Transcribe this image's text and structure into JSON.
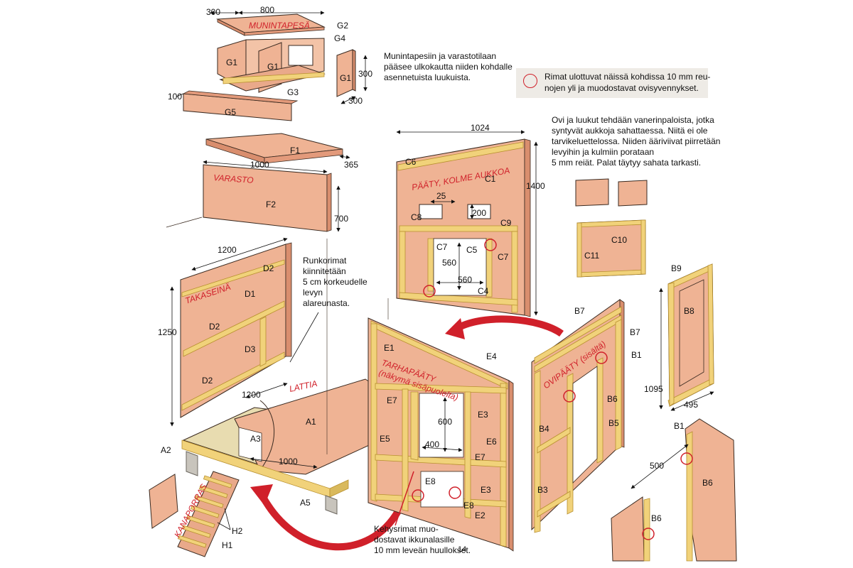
{
  "notes": {
    "access": [
      "Munintapesiin ja varastotilaan",
      "pääsee ulkokautta niiden kohdalle",
      "asennetuista luukuista."
    ],
    "legend": [
      "Rimat ulottuvat näissä kohdissa 10 mm reu-",
      "nojen yli ja muodostavat ovisyvennykset."
    ],
    "doors": [
      "Ovi ja luukut tehdään vanerinpaloista, jotka",
      "syntyvät aukkoja sahattaessa. Niitä ei ole",
      "tarvikeluettelossa. Niiden ääriviivat piirretään",
      "levyihin ja kulmiin porataan",
      "5 mm reiät. Palat täytyy sahata tarkasti."
    ],
    "frame": [
      "Runkorimat",
      "kiinnitetään",
      "5 cm korkeudelle",
      "levyn",
      "alareunasta."
    ],
    "window": [
      "Kehysrimat muo-",
      "dostavat ikkunalasille",
      "10 mm leveän huullokset."
    ]
  },
  "titles": {
    "munintapesa": "MUNINTAPESÄ",
    "varasto": "VARASTO",
    "takaseina": "TAKASEINÄ",
    "lattia": "LATTIA",
    "kanaporras": "KANAPORRAS",
    "paaty": "PÄÄTY, KOLME AUKKOA",
    "tarhapaaty": "TARHAPÄÄTY",
    "tarhapaaty_sub": "(näkymä sisäpuolelta)",
    "ovipaaty": "OVIPÄÄTY (sisältä)"
  },
  "parts": {
    "G1": "G1",
    "G2": "G2",
    "G3": "G3",
    "G4": "G4",
    "G5": "G5",
    "F1": "F1",
    "F2": "F2",
    "D1": "D1",
    "D2": "D2",
    "D3": "D3",
    "A1": "A1",
    "A2": "A2",
    "A3": "A3",
    "A5": "A5",
    "C1": "C1",
    "C4": "C4",
    "C5": "C5",
    "C6": "C6",
    "C7": "C7",
    "C8": "C8",
    "C9": "C9",
    "C10": "C10",
    "C11": "C11",
    "E1": "E1",
    "E2": "E2",
    "E3": "E3",
    "E4": "E4",
    "E5": "E5",
    "E6": "E6",
    "E7": "E7",
    "E8": "E8",
    "B1": "B1",
    "B3": "B3",
    "B4": "B4",
    "B5": "B5",
    "B6": "B6",
    "B7": "B7",
    "B8": "B8",
    "B9": "B9",
    "H1": "H1",
    "H2": "H2"
  },
  "dims": {
    "d300": "300",
    "d800": "800",
    "d100": "100",
    "d1000": "1000",
    "d365": "365",
    "d700": "700",
    "d1200": "1200",
    "d1250": "1250",
    "d1024": "1024",
    "d1400": "1400",
    "d25": "25",
    "d200": "200",
    "d560": "560",
    "d600": "600",
    "d400": "400",
    "d1095": "1095",
    "d495": "495",
    "d500": "500"
  },
  "page_number": "14",
  "colors": {
    "plywood": "#efb394",
    "plywood_dark": "#e39a7b",
    "batten": "#f1d27a",
    "batten_edge": "#b8902f",
    "red": "#d0202a",
    "outline": "#3a2a20",
    "legend_bg": "#eeebe6"
  }
}
